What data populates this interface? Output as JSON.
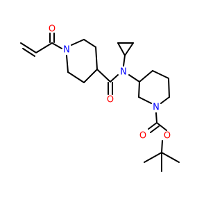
{
  "colors": {
    "bond": "#000000",
    "oxygen": "#ff0000",
    "nitrogen": "#0000ff",
    "background": "#ffffff"
  },
  "atoms": {
    "o_acryloyl": "O",
    "n_piperidine_1": "N",
    "n_amide": "N",
    "o_amide": "O",
    "n_piperidine_2": "N",
    "o_carbamate_carbonyl": "O",
    "o_carbamate_ester": "O"
  }
}
